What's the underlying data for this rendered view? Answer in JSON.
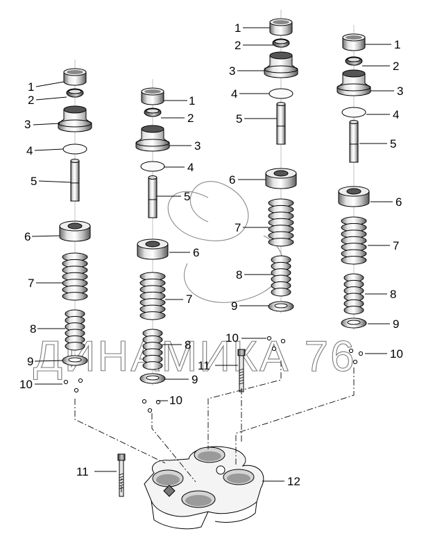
{
  "diagram": {
    "watermark": "ДИНАМИКА 76",
    "part_numbers": [
      "1",
      "2",
      "3",
      "4",
      "5",
      "6",
      "7",
      "8",
      "9",
      "10",
      "11",
      "12"
    ]
  }
}
